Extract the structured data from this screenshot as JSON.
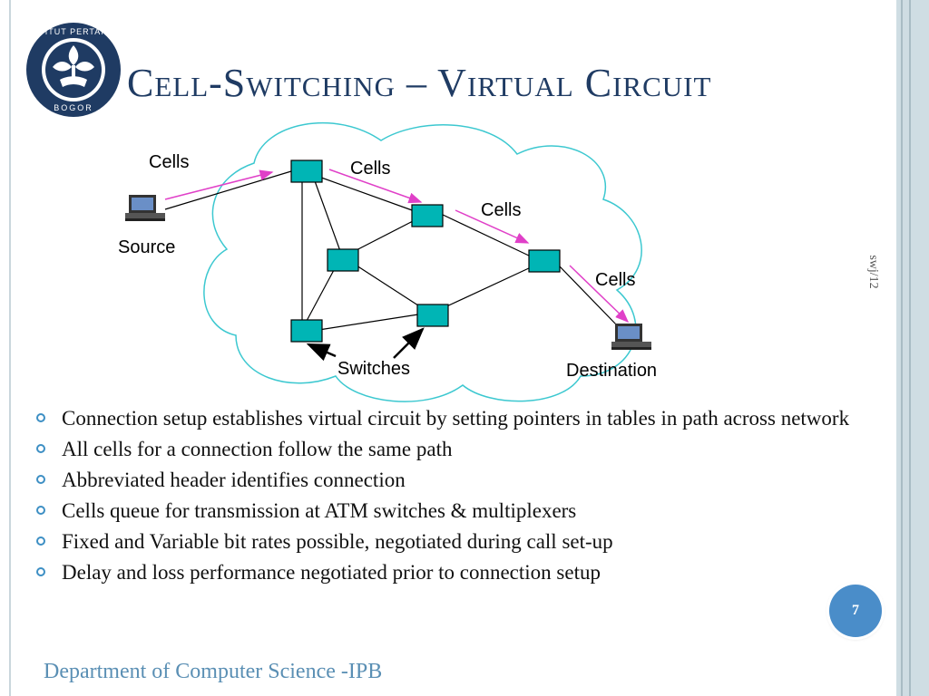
{
  "slide": {
    "title": "Cell-Switching – Virtual Circuit",
    "side_note": "swj/12",
    "page_number": "7",
    "footer": "Department of Computer Science -IPB"
  },
  "logo": {
    "text": "INSTITUT PERTANIAN BOGOR",
    "icon": "ipb-seal-icon",
    "color": "#1f3b63"
  },
  "diagram": {
    "labels": {
      "cells_1": "Cells",
      "cells_2": "Cells",
      "cells_3": "Cells",
      "cells_4": "Cells",
      "source": "Source",
      "destination": "Destination",
      "switches": "Switches"
    },
    "icons": {
      "source": "computer-icon",
      "destination": "computer-icon",
      "switch": "switch-box-icon"
    },
    "colors": {
      "cloud_outline": "#3cc8d0",
      "switch_fill": "#00b5b5",
      "cell_arrow": "#e040c8"
    }
  },
  "bullets": [
    "Connection setup establishes virtual circuit by setting pointers in tables in path across network",
    "All cells for a connection follow the same path",
    "Abbreviated header identifies connection",
    "Cells queue for transmission at ATM switches & multiplexers",
    "Fixed and Variable bit rates possible, negotiated during call set-up",
    "Delay and loss performance negotiated prior to connection setup"
  ]
}
